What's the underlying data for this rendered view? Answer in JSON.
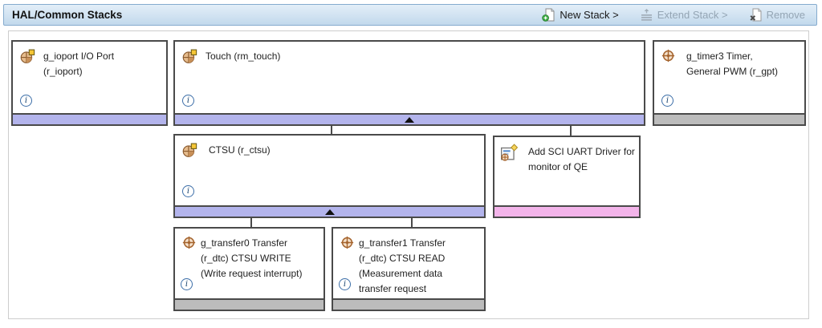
{
  "header": {
    "title": "HAL/Common Stacks",
    "actions": [
      {
        "label": "New Stack >",
        "enabled": true,
        "icon": "new-stack-icon"
      },
      {
        "label": "Extend Stack >",
        "enabled": false,
        "icon": "extend-stack-icon"
      },
      {
        "label": "Remove",
        "enabled": false,
        "icon": "remove-icon"
      }
    ]
  },
  "blocks": [
    {
      "title": "g_ioport I/O Port (r_ioport)",
      "icon": "module-badge-icon",
      "has_info": true,
      "strip_color": "#b3b4ec",
      "expander": false
    },
    {
      "title": "Touch (rm_touch)",
      "icon": "module-badge-icon",
      "has_info": true,
      "strip_color": "#b3b4ec",
      "expander": true
    },
    {
      "title": "g_timer3 Timer, General PWM (r_gpt)",
      "icon": "driver-icon",
      "has_info": true,
      "strip_color": "#bcbcbc",
      "expander": false
    },
    {
      "title": "CTSU (r_ctsu)",
      "icon": "module-badge-icon",
      "has_info": true,
      "strip_color": "#b3b4ec",
      "expander": true
    },
    {
      "title": "Add SCI UART Driver for monitor of QE",
      "icon": "add-module-icon",
      "has_info": false,
      "strip_color": "#f3b4ea",
      "expander": false
    },
    {
      "title": "g_transfer0 Transfer (r_dtc) CTSU WRITE (Write request interrupt)",
      "icon": "driver-icon",
      "has_info": true,
      "strip_color": "#bcbcbc",
      "expander": false
    },
    {
      "title": "g_transfer1 Transfer (r_dtc) CTSU READ (Measurement data transfer request",
      "icon": "driver-icon",
      "has_info": true,
      "strip_color": "#bcbcbc",
      "expander": false
    }
  ],
  "colors": {
    "header_bg_top": "#e3eef8",
    "header_bg_bottom": "#c2d9ec",
    "header_border": "#85abce",
    "strip_lavender": "#b3b4ec",
    "strip_gray": "#bcbcbc",
    "strip_pink": "#f3b4ea",
    "block_border": "#4a4a4a",
    "enabled_action_text": "#1a1a1a",
    "disabled_action_text": "#94a5b4"
  }
}
